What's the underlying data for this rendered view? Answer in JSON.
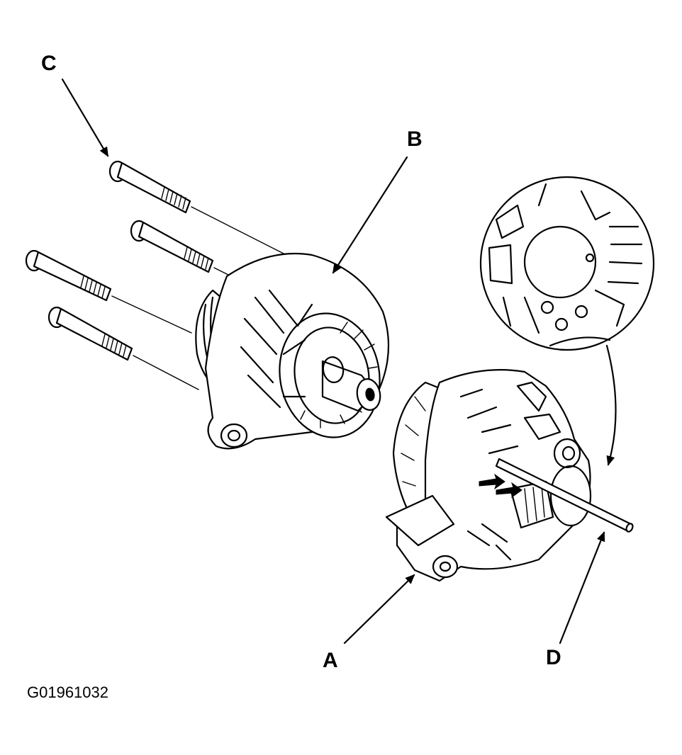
{
  "labels": {
    "a": "A",
    "b": "B",
    "c": "C",
    "d": "D"
  },
  "figure_id": "G01961032",
  "colors": {
    "line": "#000000",
    "background": "#ffffff"
  }
}
